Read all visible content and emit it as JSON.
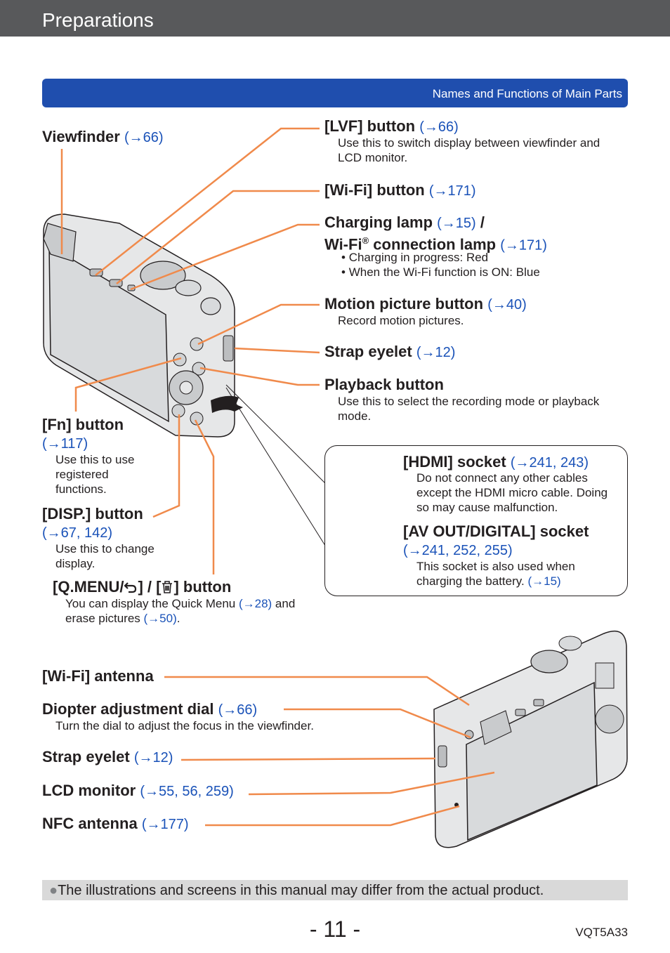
{
  "header": {
    "title": "Preparations"
  },
  "section": {
    "title": "Names and Functions of Main Parts"
  },
  "labels": {
    "viewfinder": {
      "title": "Viewfinder",
      "ref": "(→66)"
    },
    "lvf": {
      "title": "[LVF] button",
      "ref": "(→66)",
      "desc": "Use this to switch display between viewfinder and LCD monitor."
    },
    "wifi_button": {
      "title": "[Wi-Fi] button",
      "ref": "(→171)"
    },
    "charging_lamp": {
      "title": "Charging lamp",
      "ref": "(→15)",
      "slash": "/",
      "title2": "Wi-Fi",
      "reg": "®",
      "title2b": " connection lamp",
      "ref2": "(→171)",
      "bullets": [
        "Charging in progress: Red",
        "When the Wi-Fi function is ON: Blue"
      ]
    },
    "motion": {
      "title": "Motion picture button",
      "ref": "(→40)",
      "desc": "Record motion pictures."
    },
    "strap_top": {
      "title": "Strap eyelet",
      "ref": "(→12)"
    },
    "playback": {
      "title": "Playback button",
      "desc": "Use this to select the recording mode or playback mode."
    },
    "fn": {
      "title": "[Fn] button",
      "ref": "(→117)",
      "desc": "Use this to use registered functions."
    },
    "disp": {
      "title": "[DISP.] button",
      "ref": "(→67, 142)",
      "desc": "Use this to change display."
    },
    "qmenu": {
      "title_a": "[Q.MENU/",
      "title_b": "] / [",
      "title_c": "] button",
      "desc_a": "You can display the Quick Menu ",
      "desc_ref1": "(→28)",
      "desc_b": " and erase pictures ",
      "desc_ref2": "(→50)",
      "desc_c": "."
    },
    "hdmi": {
      "title": "[HDMI] socket",
      "ref": "(→241, 243)",
      "desc": "Do not connect any other cables except the HDMI micro cable. Doing so may cause malfunction."
    },
    "avout": {
      "title": "[AV OUT/DIGITAL] socket",
      "ref": "(→241, 252, 255)",
      "desc": "This socket is also used when charging the battery. ",
      "desc_ref": "(→15)"
    },
    "antenna": {
      "title": "[Wi-Fi] antenna"
    },
    "diopter": {
      "title": "Diopter adjustment dial",
      "ref": "(→66)",
      "desc": "Turn the dial to adjust the focus in the viewfinder."
    },
    "strap_bottom": {
      "title": "Strap eyelet",
      "ref": "(→12)"
    },
    "lcd": {
      "title": "LCD monitor",
      "ref": "(→55, 56, 259)"
    },
    "nfc": {
      "title": "NFC antenna",
      "ref": "(→177)"
    }
  },
  "note": {
    "bullet": "●",
    "text": "The illustrations and screens in this manual may differ from the actual product."
  },
  "footer": {
    "page": "- 11 -",
    "code": "VQT5A33"
  },
  "colors": {
    "header_bar": "#58595b",
    "section_bar": "#1f4eae",
    "leader": "#f08a4b",
    "ref": "#1a52b8"
  }
}
